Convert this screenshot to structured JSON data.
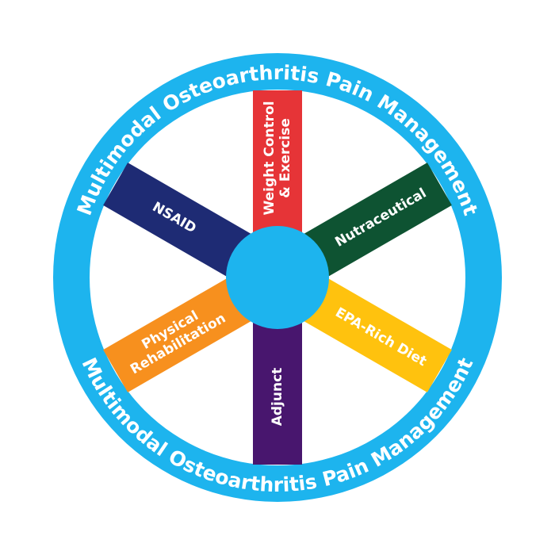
{
  "ring": {
    "top_label": "Multimodal Osteoarthritis Pain Management",
    "bottom_label": "Multimodal Osteoarthritis Pain Management",
    "color": "#1DB4EE"
  },
  "hub": {
    "color": "#1DB4EE"
  },
  "spokes": [
    {
      "key": "weight",
      "lines": [
        "Weight Control",
        "& Exercise"
      ],
      "color": "#E63437"
    },
    {
      "key": "nutraceutical",
      "lines": [
        "Nutraceutical"
      ],
      "color": "#0E5332"
    },
    {
      "key": "epa",
      "lines": [
        "EPA-Rich Diet"
      ],
      "color": "#FFC20E"
    },
    {
      "key": "adjunct",
      "lines": [
        "Adjunct"
      ],
      "color": "#48166E"
    },
    {
      "key": "rehab",
      "lines": [
        "Physical",
        "Rehabilitation"
      ],
      "color": "#F7901E"
    },
    {
      "key": "nsaid",
      "lines": [
        "NSAID"
      ],
      "color": "#1E2B74"
    }
  ]
}
